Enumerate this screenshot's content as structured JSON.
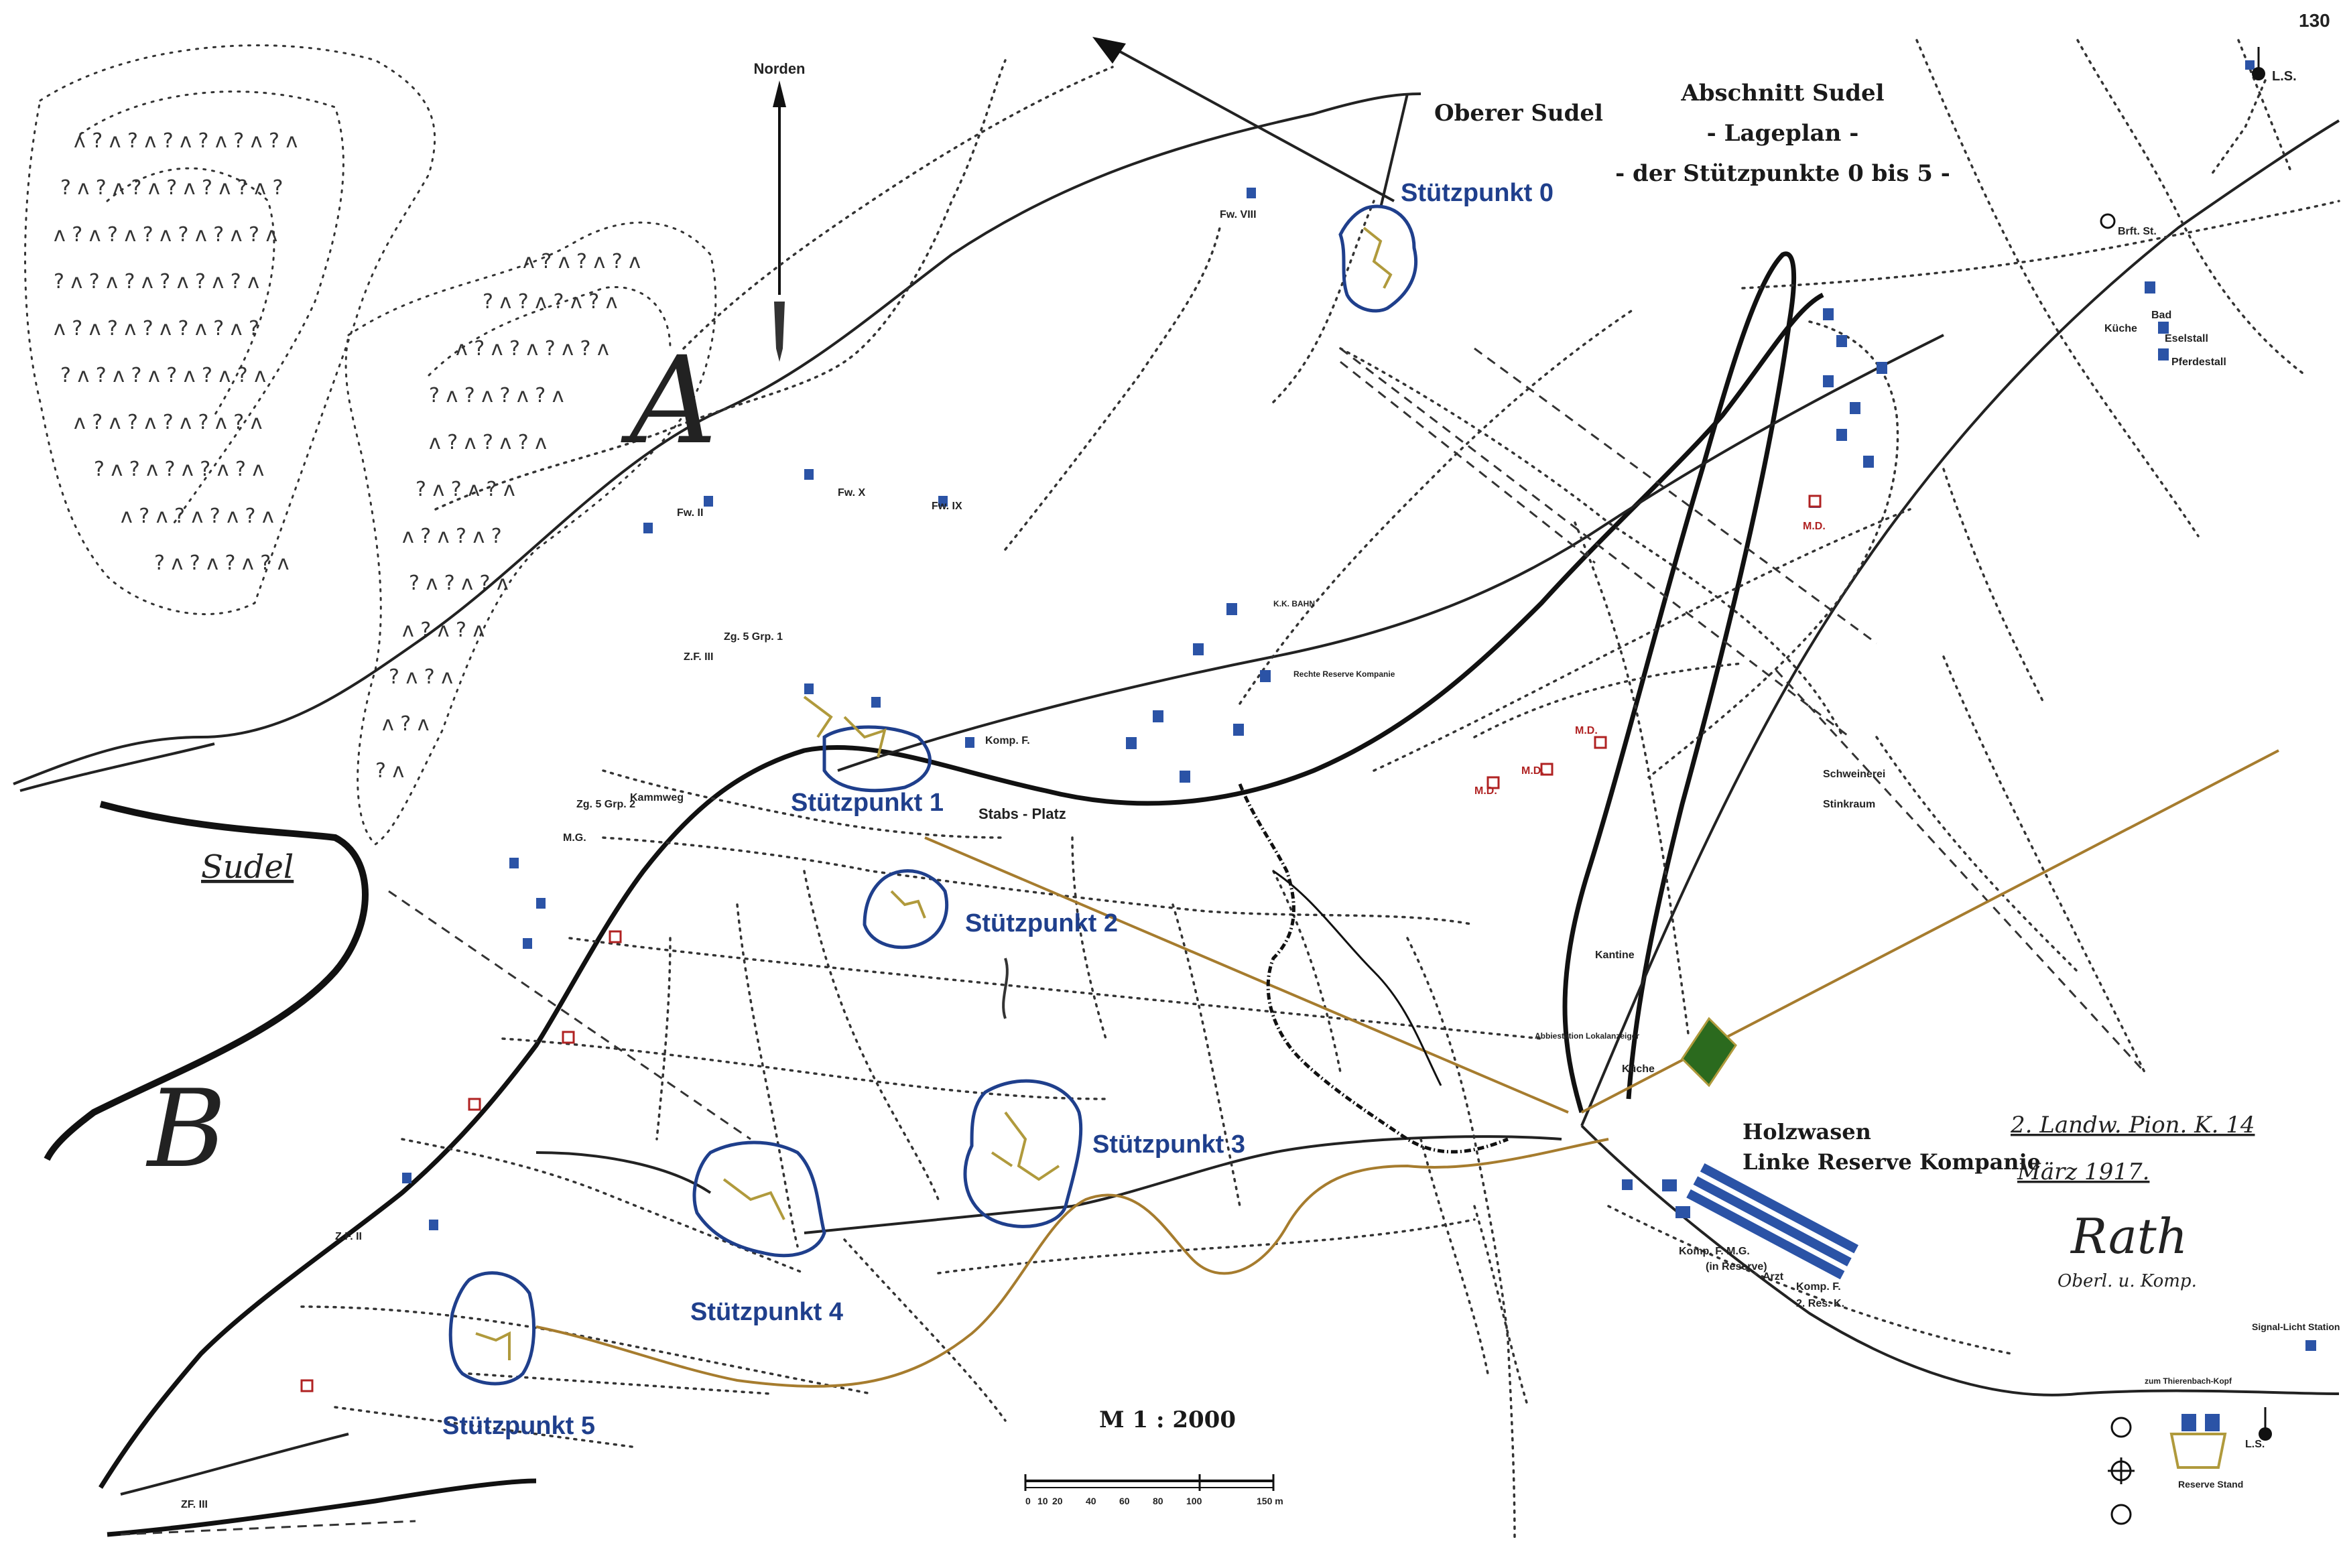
{
  "map": {
    "title_lines": [
      "Abschnitt Sudel",
      "- Lageplan -",
      "- der Stützpunkte 0 bis 5 -"
    ],
    "north_label": "Norden",
    "scale_label": "M 1 : 2000",
    "scale_ticks": [
      "0",
      "10",
      "20",
      "40",
      "60",
      "80",
      "100",
      "150 m"
    ],
    "corner_number": "130",
    "areas": {
      "sudel": "Sudel",
      "oberer_sudel": "Oberer Sudel",
      "forest_a": "A",
      "forest_b": "B"
    },
    "stuetzpunkte": [
      "Stützpunkt 0",
      "Stützpunkt 1",
      "Stützpunkt 2",
      "Stützpunkt 3",
      "Stützpunkt 4",
      "Stützpunkt 5"
    ],
    "holzwasen": {
      "name": "Holzwasen",
      "subtitle": "Linke Reserve Kompanie"
    },
    "place_labels": {
      "stabs_platz": "Stabs - Platz",
      "kantine": "Kantine",
      "kueche_lower": "Küche",
      "kueche_upper": "Küche",
      "bad": "Bad",
      "eselstall": "Eselstall",
      "pferdestall": "Pferdestall",
      "schweinerei": "Schweinerei",
      "stinkraum": "Stinkraum",
      "signal_licht_station": "Signal-Licht Station",
      "reserve_stand": "Reserve Stand",
      "ls_top": "L.S.",
      "ls_legend": "L.S.",
      "rechte_reserve": "Rechte Reserve Kompanie",
      "abbiestation": "Abbiestation Lokalanzeiger",
      "zum_thierenbach": "zum Thierenbach-Kopf",
      "fw_viii": "Fw. VIII",
      "fw_x": "Fw. X",
      "fw_ix": "Fw. IX",
      "fw_ii": "Fw. II",
      "zg5grp1": "Zg. 5 Grp. 1",
      "zg5grp2": "Zg. 5 Grp. 2",
      "zfiii": "Z.F. III",
      "zfii": "Z.F. II",
      "zf3": "ZF. III",
      "mg1": "M.G.",
      "kammweg": "Kammweg",
      "komp_f": "Komp. F.",
      "komp_fmg": "Komp. F. M.G.",
      "in_reserve": "(in Reserve)",
      "arzt": "Arzt",
      "komp_f2": "Komp. F.",
      "res2": "2. Res. K.",
      "md1": "M.D.",
      "md2": "M.D.",
      "md3": "M.D.",
      "md4": "M.D.",
      "brft": "Brft. St.",
      "kkbahn": "K.K. BAHN"
    },
    "signature": {
      "line1": "2. Landw. Pion. K. 14",
      "line2": "März 1917.",
      "name": "Rath",
      "role": "Oberl. u. Komp."
    }
  }
}
